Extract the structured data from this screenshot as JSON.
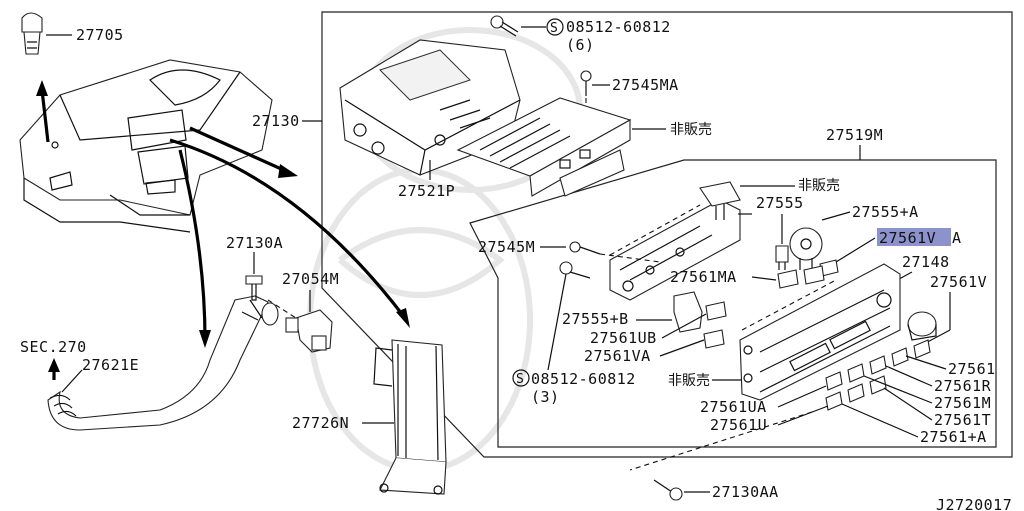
{
  "diagram": {
    "id_code": "J2720017",
    "highlight_color": "#8c93cc",
    "labels": {
      "p27705": "27705",
      "sec270": "SEC.270",
      "p27621E": "27621E",
      "p27130A": "27130A",
      "p27054M": "27054M",
      "p27726N": "27726N",
      "p27130": "27130",
      "p08512_top": "08512-60812",
      "p08512_top_qty": "(6)",
      "p27545MA": "27545MA",
      "hihanbai_1": "非販売",
      "p27521P": "27521P",
      "p27519M": "27519M",
      "hihanbai_2": "非販売",
      "p27555": "27555",
      "p27555A": "27555+A",
      "p27561VA_hl": "27561V",
      "p27561VA_hl_suffix": "A",
      "p27545M": "27545M",
      "p27148": "27148",
      "p27561MA": "27561MA",
      "p27561V": "27561V",
      "p27555B": "27555+B",
      "p27561UB": "27561UB",
      "p27561VA": "27561VA",
      "p08512_bot": "08512-60812",
      "p08512_bot_qty": "(3)",
      "hihanbai_3": "非販売",
      "p27561": "27561",
      "p27561R": "27561R",
      "p27561UA": "27561UA",
      "p27561M": "27561M",
      "p27561U": "27561U",
      "p27561T": "27561T",
      "p27561A": "27561+A",
      "p27130AA": "27130AA",
      "screw_symbol": "S"
    }
  }
}
